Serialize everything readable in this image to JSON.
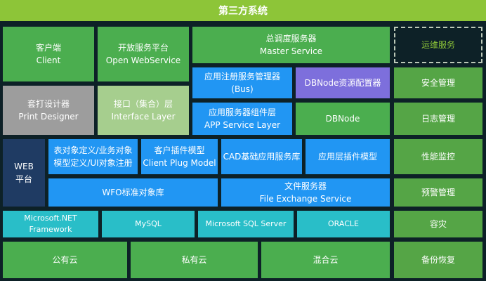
{
  "header": {
    "title": "第三方系统"
  },
  "left": {
    "client": {
      "l1": "客户端",
      "l2": "Client"
    },
    "open_ws": {
      "l1": "开放服务平台",
      "l2": "Open WebService"
    },
    "print_designer": {
      "l1": "套打设计器",
      "l2": "Print Designer"
    },
    "interface_layer": {
      "l1": "接口（集合）层",
      "l2": "Interface Layer"
    }
  },
  "middle": {
    "master": {
      "l1": "总调度服务器",
      "l2": "Master Service"
    },
    "bus": {
      "l1": "应用注册服务管理器",
      "l2": "(Bus)"
    },
    "dbnode_config": {
      "l1": "DBNode资源配置器"
    },
    "app_service": {
      "l1": "应用服务器组件层",
      "l2": "APP Service Layer"
    },
    "dbnode": {
      "l1": "DBNode"
    }
  },
  "platform": {
    "web": {
      "l1": "WEB",
      "l2": "平台"
    },
    "table_obj": {
      "l1": "表对象定义/业务对象",
      "l2": "模型定义/UI对象注册"
    },
    "client_plug": {
      "l1": "客户插件模型",
      "l2": "Client Plug Model"
    },
    "cad": {
      "l1": "CAD基础应用服务库"
    },
    "app_plug": {
      "l1": "应用层插件模型"
    },
    "wfo": {
      "l1": "WFO标准对象库"
    },
    "file_server": {
      "l1": "文件服务器",
      "l2": "File Exchange Service"
    }
  },
  "db_row": {
    "net": "Microsoft.NET Framework",
    "mysql": "MySQL",
    "mssql": "Microsoft SQL Server",
    "oracle": "ORACLE"
  },
  "cloud_row": {
    "public": "公有云",
    "private": "私有云",
    "hybrid": "混合云"
  },
  "ops": {
    "title": "运维服务",
    "items": [
      "安全管理",
      "日志管理",
      "性能监控",
      "预警管理",
      "容灾",
      "备份恢复"
    ]
  },
  "colors": {
    "header_bg": "#8DC538",
    "green": "#4BAE4F",
    "light_green": "#A6CE8E",
    "gray": "#9D9D9D",
    "blue": "#2196F3",
    "purple": "#7D6FDC",
    "navy": "#1F3B63",
    "teal": "#29BEC8",
    "ops_green": "#55A546",
    "ops_title_text": "#8DC538",
    "background": "#0D2127"
  }
}
